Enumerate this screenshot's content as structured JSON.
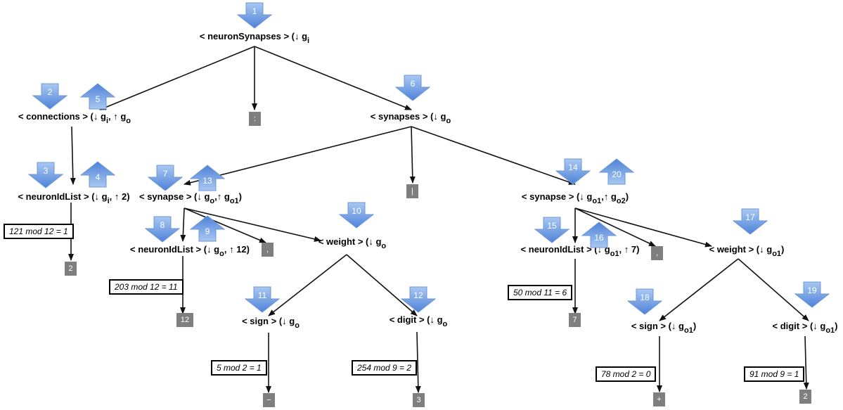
{
  "nodes": {
    "root": {
      "pre": "< neuronSynapses > (↓ g",
      "sub1": "i",
      "mid": "",
      "sub2": "",
      "post": ""
    },
    "conn": {
      "pre": "< connections > (↓ g",
      "sub1": "i",
      "mid": ", ↑ g",
      "sub2": "o",
      "post": ""
    },
    "syns": {
      "pre": "< synapses > (↓ g",
      "sub1": "o",
      "mid": "",
      "sub2": "",
      "post": ""
    },
    "nl1": {
      "pre": "< neuronIdList > (↓ g",
      "sub1": "i",
      "mid": ", ↑ 2)",
      "sub2": "",
      "post": ""
    },
    "syn1": {
      "pre": "< synapse > (↓ g",
      "sub1": "o",
      "mid": ",↑ g",
      "sub2": "o1",
      "post": ")"
    },
    "syn2": {
      "pre": "< synapse > (↓ g",
      "sub1": "o1",
      "mid": ",↑ g",
      "sub2": "o2",
      "post": ")"
    },
    "nl2": {
      "pre": "< neuronIdList > (↓ g",
      "sub1": "o",
      "mid": ", ↑ 12)",
      "sub2": "",
      "post": ""
    },
    "w1": {
      "pre": "< weight > (↓ g",
      "sub1": "o",
      "mid": "",
      "sub2": "",
      "post": ""
    },
    "nl3": {
      "pre": "< neuronIdList > (↓ g",
      "sub1": "o1",
      "mid": ", ↑ 7)",
      "sub2": "",
      "post": ""
    },
    "w2": {
      "pre": "< weight > (↓ g",
      "sub1": "o1",
      "mid": ")",
      "sub2": "",
      "post": ""
    },
    "sign1": {
      "pre": "< sign > (↓ g",
      "sub1": "o",
      "mid": "",
      "sub2": "",
      "post": ""
    },
    "digit1": {
      "pre": "< digit > (↓ g",
      "sub1": "o",
      "mid": "",
      "sub2": "",
      "post": ""
    },
    "sign2": {
      "pre": "< sign > (↓ g",
      "sub1": "o1",
      "mid": ")",
      "sub2": "",
      "post": ""
    },
    "digit2": {
      "pre": "< digit > (↓ g",
      "sub1": "o1",
      "mid": ")",
      "sub2": "",
      "post": ""
    }
  },
  "terminals": {
    "colon": ":",
    "pipe": "|",
    "t2a": "2",
    "comma1": ",",
    "comma2": ",",
    "t12": "12",
    "t7": "7",
    "minus": "−",
    "t3": "3",
    "plus": "+",
    "t2b": "2"
  },
  "calcs": {
    "c1": "121 mod 12 = 1",
    "c2": "203 mod 12 = 11",
    "c3": "50 mod 11 = 6",
    "c4": "5 mod 2 = 1",
    "c5": "254 mod 9 = 2",
    "c6": "78 mod 2 = 0",
    "c7": "91 mod 9 = 1"
  },
  "steps": [
    "1",
    "2",
    "3",
    "4",
    "5",
    "6",
    "7",
    "8",
    "9",
    "10",
    "11",
    "12",
    "13",
    "14",
    "15",
    "16",
    "17",
    "18",
    "19",
    "20"
  ],
  "colors": {
    "arrow_fill_top": "#a9c8f2",
    "arrow_fill_bottom": "#4e82d8",
    "arrow_stroke": "#6f97d6",
    "terminal": "#7f7f7f"
  }
}
